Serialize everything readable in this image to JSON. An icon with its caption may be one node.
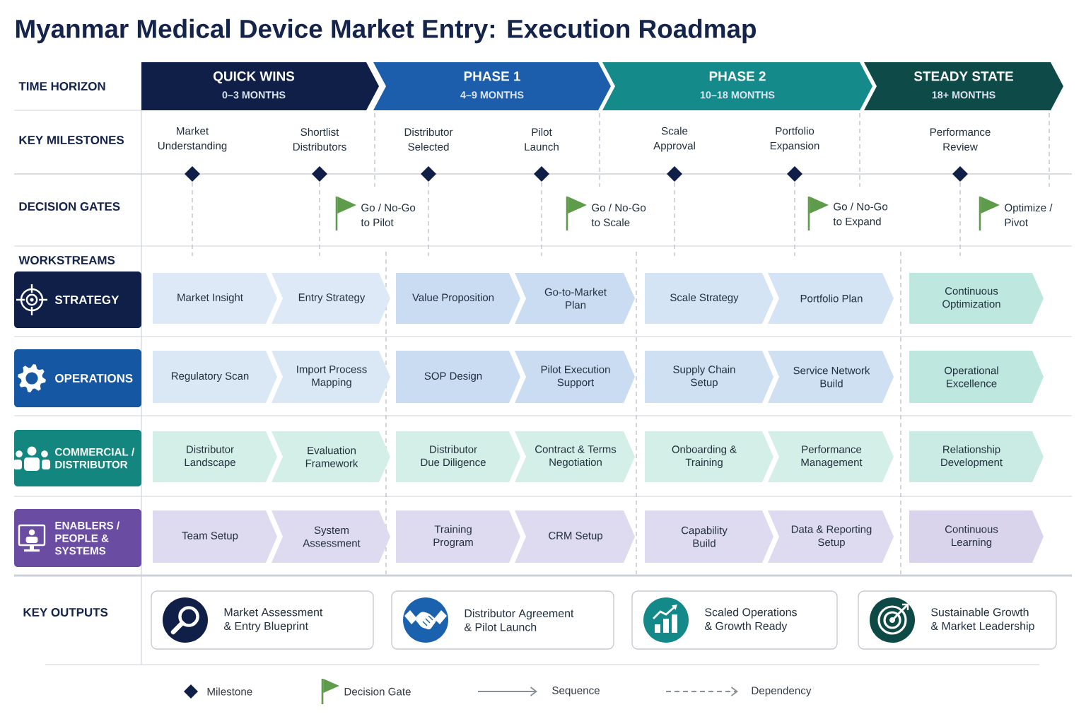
{
  "diagram": {
    "title": "Myanmar Medical Device Market Entry: Execution Roadmap",
    "nodes": [
      {
        "text": [
          "QUICK WINS",
          "0–3 MONTHS"
        ]
      },
      {
        "text": [
          "PHASE 1",
          "4–9 MONTHS"
        ]
      },
      {
        "text": [
          "PHASE 2",
          "10–18 MONTHS"
        ]
      },
      {
        "text": [
          "STEADY STATE",
          "18+ MONTHS"
        ]
      },
      {
        "text": [
          "STRATEGY"
        ]
      },
      {
        "text": [
          "Market Insight"
        ]
      },
      {
        "text": [
          "Entry Strategy"
        ]
      },
      {
        "text": [
          "Value Proposition"
        ]
      },
      {
        "text": [
          "Go-to-Market Plan"
        ]
      },
      {
        "text": [
          "Scale Strategy"
        ]
      },
      {
        "text": [
          "Portfolio Plan"
        ]
      },
      {
        "text": [
          "Continuous Optimization"
        ]
      },
      {
        "text": [
          "OPERATIONS"
        ]
      },
      {
        "text": [
          "Regulatory Scan"
        ]
      },
      {
        "text": [
          "Import Process Mapping"
        ]
      },
      {
        "text": [
          "SOP Design"
        ]
      },
      {
        "text": [
          "Pilot Execution Support"
        ]
      },
      {
        "text": [
          "Supply Chain Setup"
        ]
      },
      {
        "text": [
          "Service Network Build"
        ]
      },
      {
        "text": [
          "Operational Excellence"
        ]
      },
      {
        "text": [
          "COMMERCIAL / DISTRIBUTOR"
        ]
      },
      {
        "text": [
          "Distributor Landscape"
        ]
      },
      {
        "text": [
          "Evaluation Framework"
        ]
      },
      {
        "text": [
          "Distributor Due Diligence"
        ]
      },
      {
        "text": [
          "Contract & Terms Negotiation"
        ]
      },
      {
        "text": [
          "Onboarding & Training"
        ]
      },
      {
        "text": [
          "Performance Management"
        ]
      },
      {
        "text": [
          "Relationship Development"
        ]
      },
      {
        "text": [
          "ENABLERS / PEOPLE & SYSTEMS"
        ]
      },
      {
        "text": [
          "Team Setup"
        ]
      },
      {
        "text": [
          "System Assessment"
        ]
      },
      {
        "text": [
          "Training Program"
        ]
      },
      {
        "text": [
          "CRM Setup"
        ]
      },
      {
        "text": [
          "Capability Build"
        ]
      },
      {
        "text": [
          "Data & Reporting Setup"
        ]
      },
      {
        "text": [
          "Continuous Learning"
        ]
      },
      {
        "text": [
          "Market Assessment & Entry Blueprint"
        ]
      },
      {
        "text": [
          "Distributor Agreement & Pilot Launch"
        ]
      },
      {
        "text": [
          "Scaled Operations & Growth Ready"
        ]
      },
      {
        "text": [
          "Sustainable Growth & Market Leadership"
        ]
      }
    ],
    "labels": [
      "TIME HORIZON",
      "KEY MILESTONES",
      "Market Understanding",
      "Shortlist Distributors",
      "Distributor Selected",
      "Pilot Launch",
      "Scale Approval",
      "Portfolio Expansion",
      "Performance Review",
      "DECISION GATES",
      "Go / No-Go to Pilot",
      "Go / No-Go to Scale",
      "Go / No-Go to Expand",
      "Optimize / Pivot",
      "WORKSTREAMS",
      "KEY OUTPUTS"
    ],
    "legend": [
      {
        "text": "Milestone"
      },
      {
        "text": "Decision Gate"
      },
      {
        "text": "Sequence"
      },
      {
        "text": "Dependency"
      }
    ]
  }
}
